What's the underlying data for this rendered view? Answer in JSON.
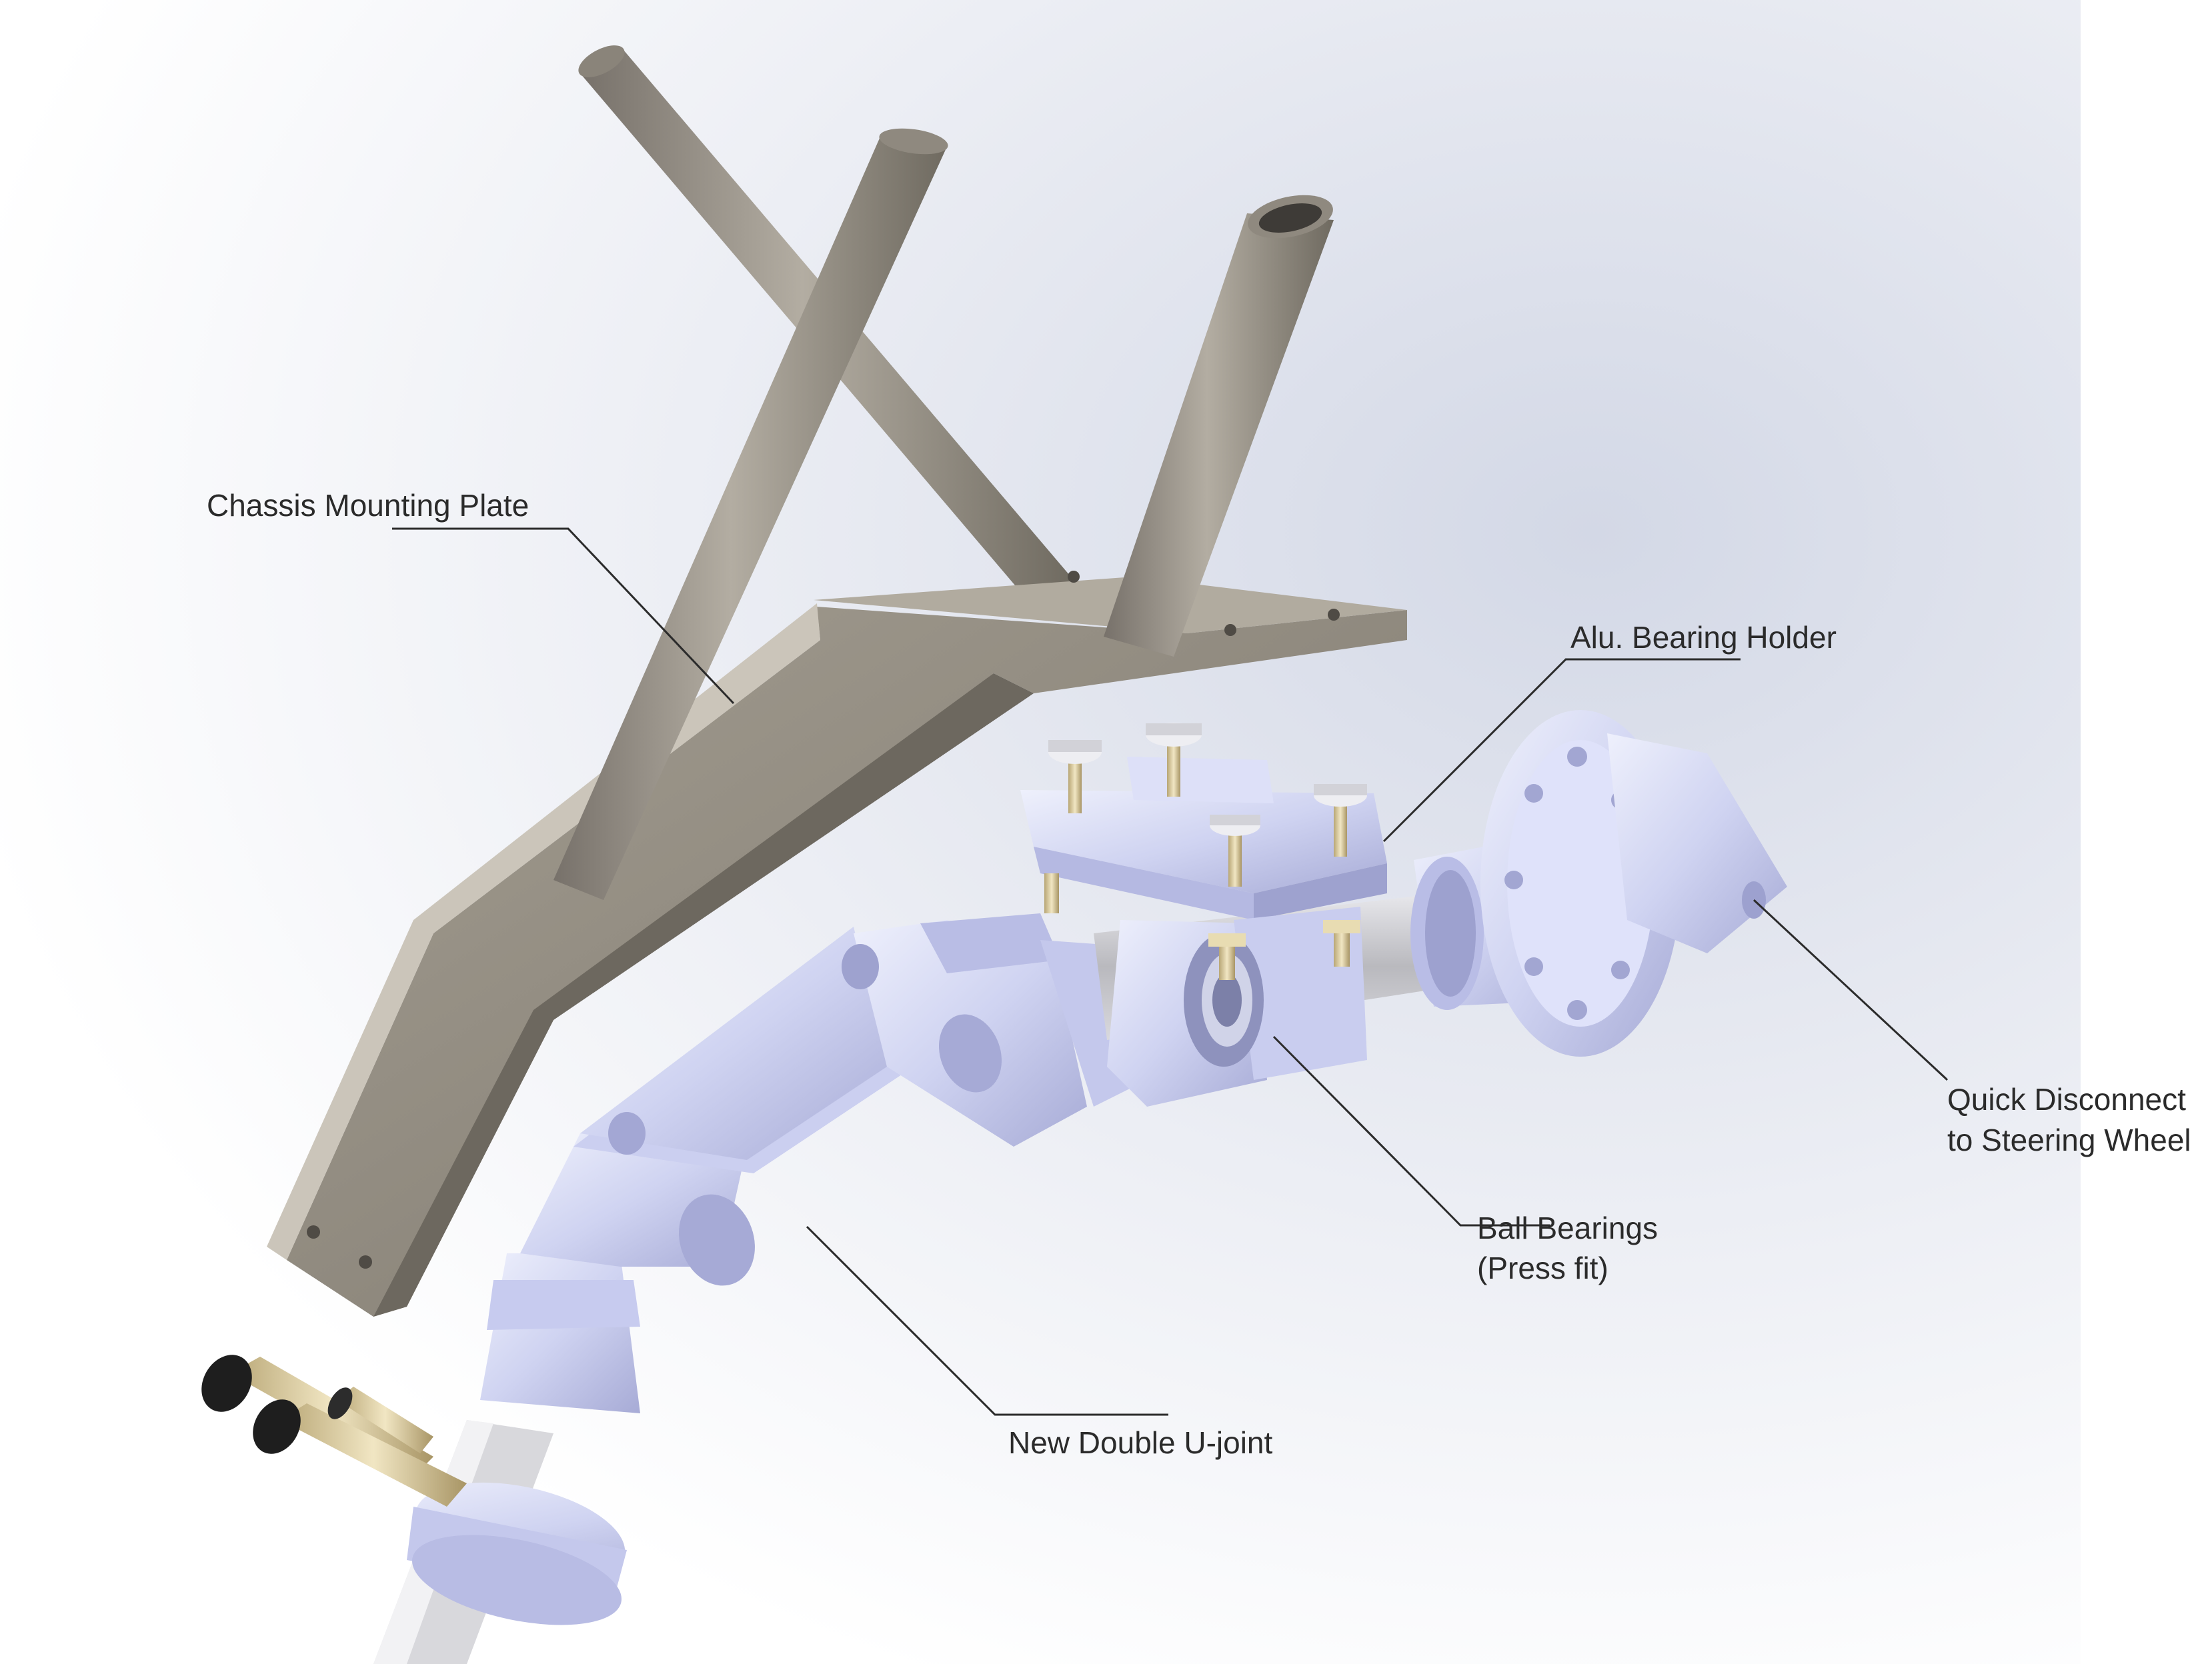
{
  "labels": {
    "chassis_mounting_plate": "Chassis Mounting Plate",
    "alu_bearing_holder": "Alu. Bearing Holder",
    "quick_disconnect_line1": "Quick Disconnect",
    "quick_disconnect_line2": "to Steering Wheel",
    "ball_bearings_line1": "Ball Bearings",
    "ball_bearings_line2": "(Press fit)",
    "double_u_joint": "New Double U-joint"
  },
  "colors": {
    "background_light": "#ffffff",
    "background_shade": "#dfe3ee",
    "chassis_metal": "#9a9488",
    "chassis_metal_dark": "#6f6a60",
    "aluminium_part": "#d6d9f4",
    "aluminium_shadow": "#a8acd6",
    "bolt_brass": "#e6d6a8",
    "shaft_grey": "#c8c8cc",
    "leader_line": "#2b2b2b"
  }
}
